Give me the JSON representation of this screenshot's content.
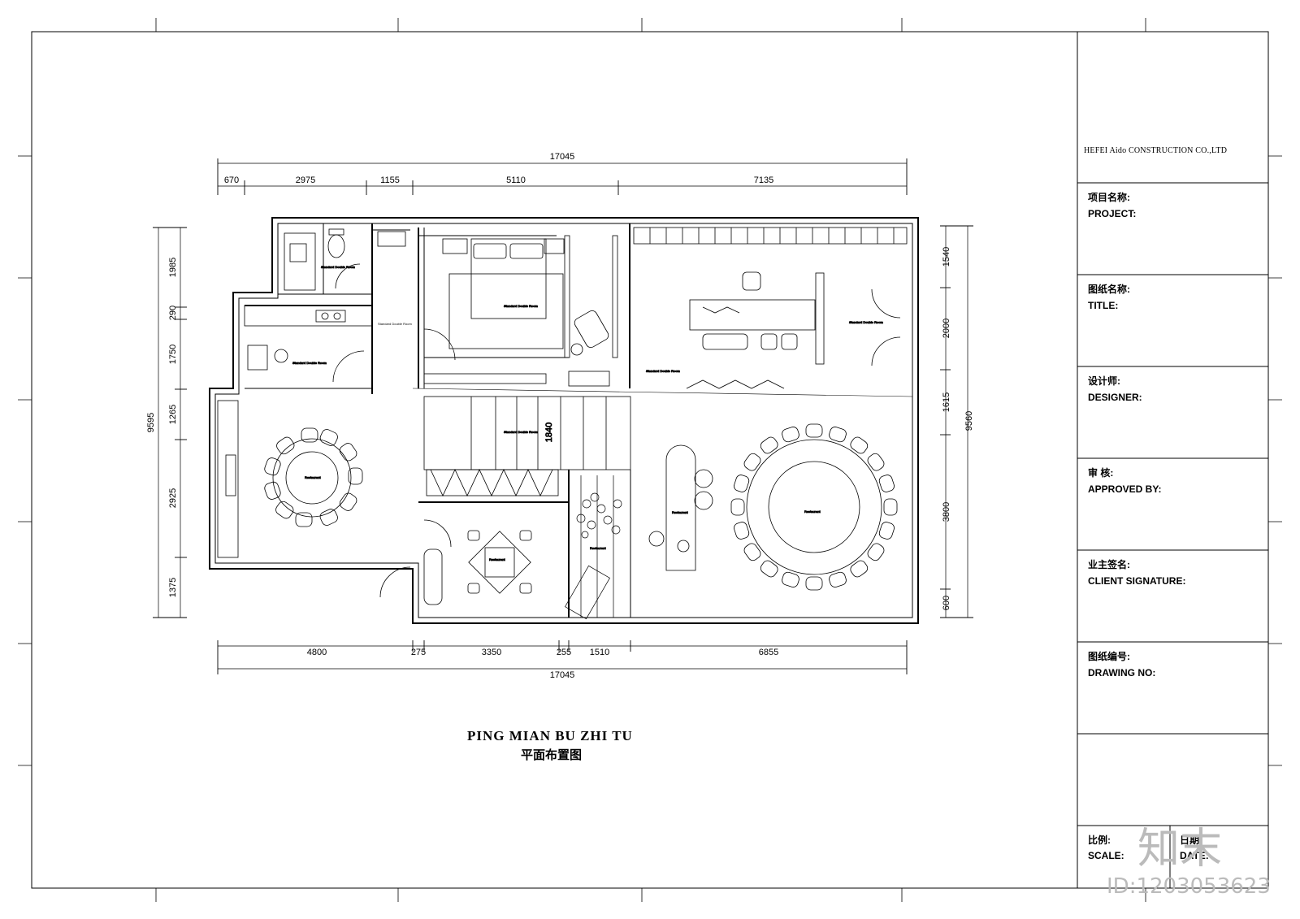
{
  "title_block": {
    "company": "HEFEI Aido CONSTRUCTION CO.,LTD",
    "fields": [
      {
        "cn": "项目名称:",
        "en": "PROJECT:"
      },
      {
        "cn": "图纸名称:",
        "en": "TITLE:"
      },
      {
        "cn": "设计师:",
        "en": "DESIGNER:"
      },
      {
        "cn": "审  核:",
        "en": "APPROVED BY:"
      },
      {
        "cn": "业主签名:",
        "en": "CLIENT SIGNATURE:"
      },
      {
        "cn": "图纸编号:",
        "en": "DRAWING NO:"
      }
    ],
    "scale_cn": "比例:",
    "scale_en": "SCALE:",
    "date_cn": "日期:",
    "date_en": "DATE:"
  },
  "drawing": {
    "title_en": "PING  MIAN  BU  ZHI  TU",
    "title_cn": "平面布置图"
  },
  "dimensions": {
    "top_total": "17045",
    "top_segments": [
      "670",
      "2975",
      "1155",
      "5110",
      "7135"
    ],
    "bottom_segments": [
      "4800",
      "275",
      "3350",
      "255",
      "1510",
      "6855"
    ],
    "bottom_total": "17045",
    "left_total": "9595",
    "left_segments": [
      "1985",
      "290",
      "1750",
      "1265",
      "2925",
      "1375"
    ],
    "right_total": "9560",
    "right_segments": [
      "1540",
      "2000",
      "1615",
      "3800",
      "600"
    ],
    "stair": "1840"
  },
  "watermark": {
    "logo": "知末",
    "id": "ID:1203053623"
  }
}
